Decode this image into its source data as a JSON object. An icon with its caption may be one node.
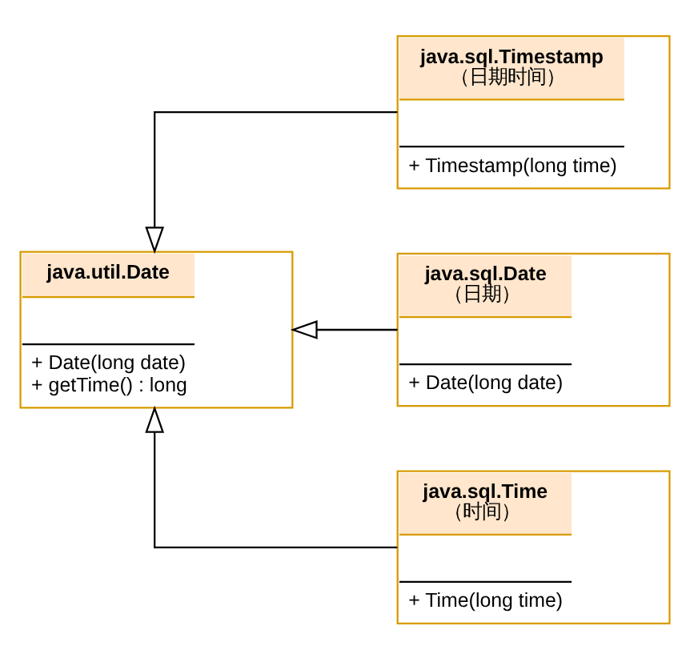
{
  "diagram": {
    "nodes": [
      {
        "text": [
          "java.util.Date",
          "+ Date(long date) + getTime() : long"
        ]
      },
      {
        "text": [
          "java.sql.Timestamp",
          "（日期时间）",
          "+ Timestamp(long time)"
        ]
      },
      {
        "text": [
          "java.sql.Date",
          "（日期）",
          "+ Date(long date)"
        ]
      },
      {
        "text": [
          "java.sql.Time",
          "（时间）",
          "+ Time(long time)"
        ]
      }
    ],
    "edges": [
      {
        "from": 1,
        "to": 0,
        "arrow": "to"
      },
      {
        "from": 2,
        "to": 0,
        "arrow": "to"
      },
      {
        "from": 3,
        "to": 0,
        "arrow": "to"
      }
    ]
  }
}
